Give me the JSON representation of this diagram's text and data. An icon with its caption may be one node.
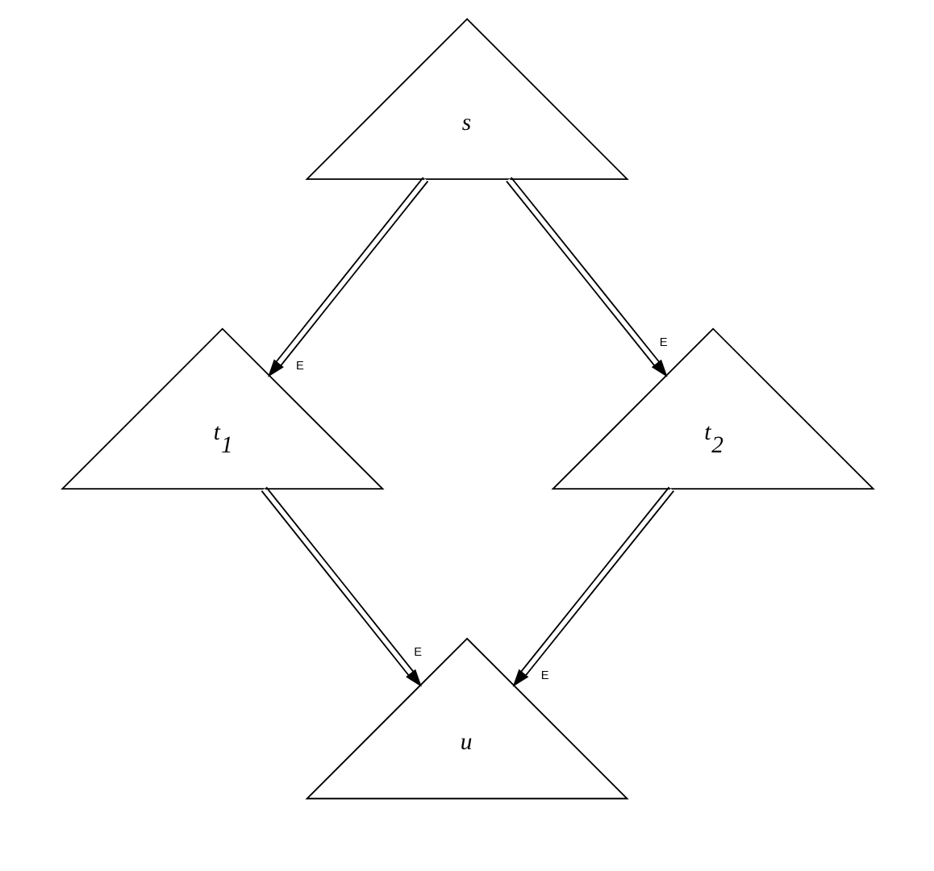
{
  "diagram": {
    "nodes": [
      {
        "text": [
          "s"
        ]
      },
      {
        "text": [
          "t$_{1}$"
        ]
      },
      {
        "text": [
          "t$_{2}$"
        ]
      },
      {
        "text": [
          "u"
        ]
      }
    ],
    "edges": [
      {
        "from": 0,
        "to": 1,
        "arrow": "to",
        "label": "E"
      },
      {
        "from": 0,
        "to": 2,
        "arrow": "to",
        "label": "E"
      },
      {
        "from": 1,
        "to": 3,
        "arrow": "to",
        "label": "E"
      },
      {
        "from": 2,
        "to": 3,
        "arrow": "to",
        "label": "E"
      }
    ]
  }
}
